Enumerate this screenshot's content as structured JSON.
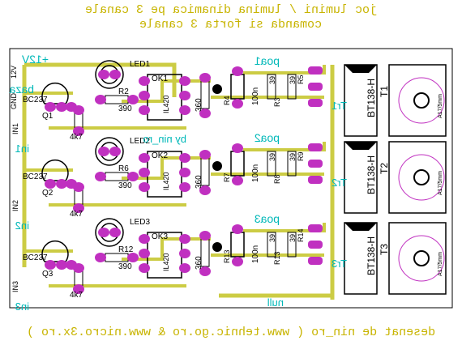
{
  "header": {
    "line1": "joc lumini / lumina dinamica pe 3 canale",
    "line2": "comanda si forta 3 canale"
  },
  "footer": {
    "credit": "desenat de nin_ro ( www.tehnic.go.ro & www.nicro.3x.ro )"
  },
  "colors": {
    "track": "#cccc44",
    "pad": "#c030c0",
    "silk": "#000000",
    "net": "#00b8b8",
    "title": "#c8b400"
  },
  "board": {
    "supply_label": "+12V",
    "supply_pin": "12V",
    "gnd_pin": "GND",
    "baza_label": "baza",
    "null_label": "null",
    "net_label_center": "by nin_ro",
    "channels": [
      {
        "in_pin": "IN1",
        "in_net": "in1",
        "transistor": "Q1",
        "transistor_type": "BC237",
        "res_base": "4k7",
        "res_coll": "R2",
        "res_coll_val": "390",
        "led": "LED1",
        "opto": "OK1",
        "opto_type": "IL420",
        "r_gate": "360",
        "r_gate_name": "R4",
        "cap": "100n",
        "r_snub": "39",
        "r_snub_name": "R3",
        "r_gate2": "39",
        "r_gate2_name": "R5",
        "gate_net": "poa1",
        "triac_net": "Tr1",
        "triac": "T1",
        "triac_type": "BT138-H",
        "heatsink": "A17/5mm"
      },
      {
        "in_pin": "IN2",
        "in_net": "in2",
        "transistor": "Q2",
        "transistor_type": "BC237",
        "res_base": "4k7",
        "res_coll": "R6",
        "res_coll_val": "390",
        "led": "LED2",
        "opto": "OK2",
        "opto_type": "IL420",
        "r_gate": "360",
        "r_gate_name": "R7",
        "cap": "100n",
        "r_snub": "39",
        "r_snub_name": "R8",
        "r_gate2": "39",
        "r_gate2_name": "R9",
        "gate_net": "poa2",
        "triac_net": "Tr2",
        "triac": "T2",
        "triac_type": "BT138-H",
        "heatsink": "A17/5mm"
      },
      {
        "in_pin": "IN3",
        "in_net": "in3",
        "transistor": "Q3",
        "transistor_type": "BC237",
        "res_base": "4k7",
        "res_coll": "R12",
        "res_coll_val": "390",
        "led": "LED3",
        "opto": "OK3",
        "opto_type": "IL420",
        "r_gate": "360",
        "r_gate_name": "R13",
        "cap": "100n",
        "r_snub": "39",
        "r_snub_name": "R13",
        "r_gate2": "39",
        "r_gate2_name": "R14",
        "gate_net": "poa3",
        "triac_net": "Tr3",
        "triac": "T3",
        "triac_type": "BT138-H",
        "heatsink": "A17/5mm"
      }
    ]
  }
}
